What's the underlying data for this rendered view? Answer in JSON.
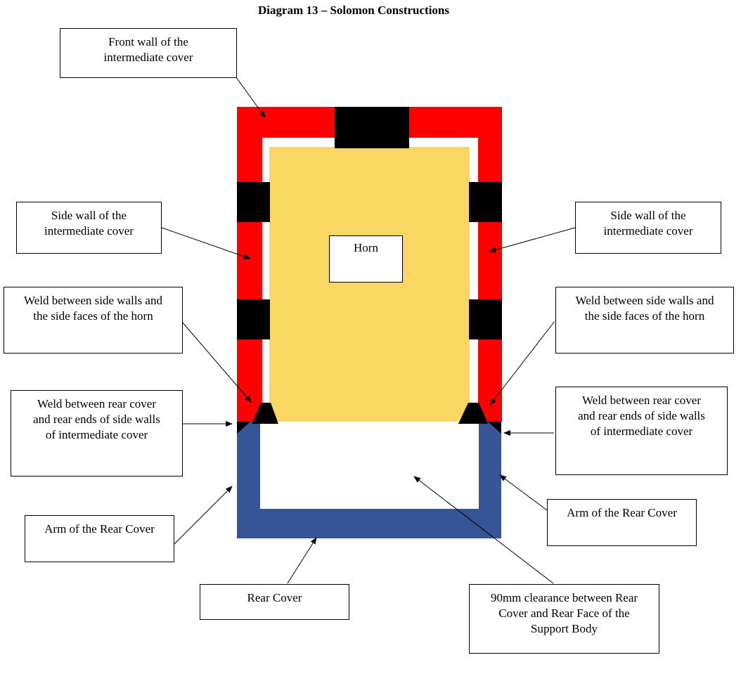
{
  "title": "Diagram 13 – Solomon Constructions",
  "labels": {
    "front_wall": "Front wall of the\nintermediate cover",
    "side_wall_left": "Side wall of the\nintermediate cover",
    "side_wall_right": "Side wall of the\nintermediate cover",
    "horn": "Horn",
    "weld_side_left": "Weld between side walls and\nthe side faces of the horn",
    "weld_side_right": "Weld between side walls and\nthe side faces of the horn",
    "weld_rear_left": "Weld between rear cover\nand rear ends of side walls\nof intermediate cover",
    "weld_rear_right": "Weld between rear cover\nand rear ends of side walls\nof intermediate cover",
    "arm_left": "Arm of the Rear Cover",
    "arm_right": "Arm of the Rear Cover",
    "rear_cover": "Rear Cover",
    "clearance": "90mm clearance between Rear\nCover and Rear Face of the\nSupport Body"
  },
  "colors": {
    "intermediate_cover": "#ff0000",
    "horn_body": "#fad662",
    "rear_cover": "#365597",
    "weld": "#000000",
    "background": "#ffffff"
  }
}
